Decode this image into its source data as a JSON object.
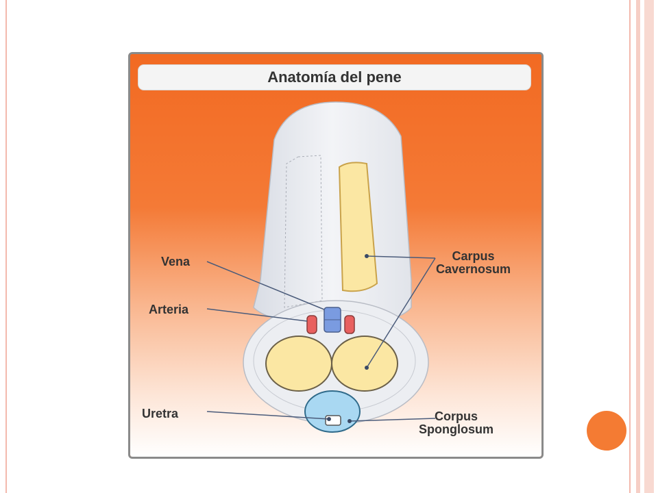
{
  "slide": {
    "accent_color": "#f47b33",
    "frame_color": "#f3b9ad"
  },
  "diagram": {
    "title": "Anatomía del pene",
    "background_color": "#f26a22",
    "labels": {
      "vena": "Vena",
      "arteria": "Arteria",
      "uretra": "Uretra",
      "carpus_line1": "Carpus",
      "carpus_line2": "Cavernosum",
      "corpus_line1": "Corpus",
      "corpus_line2": "Sponglosum"
    },
    "colors": {
      "tissue": "#fbe7a3",
      "skin": "#eceef2",
      "vein": "#7a9be0",
      "artery": "#e8605f",
      "urethra": "#a9d8f2"
    }
  }
}
